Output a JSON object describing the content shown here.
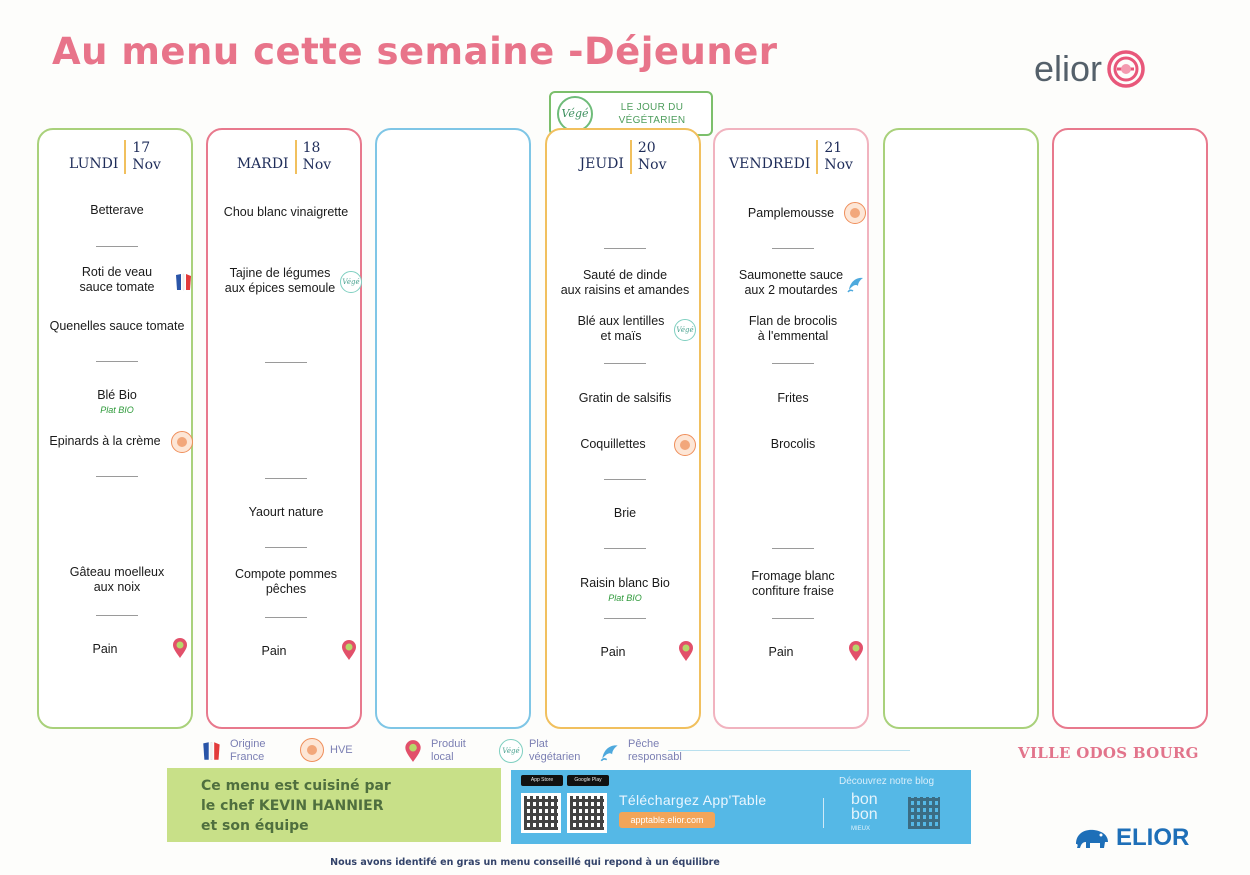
{
  "header": {
    "title": "Au menu cette semaine -Déjeuner",
    "brand": "elior"
  },
  "vege_banner": {
    "badge": "Végé",
    "line1": "LE JOUR DU",
    "line2": "VÉGÉTARIEN"
  },
  "days": [
    {
      "name": "LUNDI",
      "day": "17",
      "month": "Nov",
      "items": [
        {
          "l1": "Betterave",
          "l2": "",
          "sub": ""
        },
        {
          "l1": "Roti de veau",
          "l2": "sauce tomate",
          "sub": ""
        },
        {
          "l1": "Quenelles sauce tomate",
          "l2": "",
          "sub": ""
        },
        {
          "l1": "Blé Bio",
          "l2": "",
          "sub": "Plat BIO"
        },
        {
          "l1": "Epinards à la crème",
          "l2": "",
          "sub": ""
        },
        {
          "l1": "Gâteau moelleux",
          "l2": "aux noix",
          "sub": ""
        },
        {
          "l1": "Pain",
          "l2": "",
          "sub": ""
        }
      ]
    },
    {
      "name": "MARDI",
      "day": "18",
      "month": "Nov",
      "items": [
        {
          "l1": "Chou blanc vinaigrette",
          "l2": "",
          "sub": ""
        },
        {
          "l1": "Tajine de légumes",
          "l2": "aux épices semoule",
          "sub": ""
        },
        {
          "l1": "Yaourt nature",
          "l2": "",
          "sub": ""
        },
        {
          "l1": "Compote pommes",
          "l2": "pêches",
          "sub": ""
        },
        {
          "l1": "Pain",
          "l2": "",
          "sub": ""
        }
      ]
    },
    {
      "name": "JEUDI",
      "day": "20",
      "month": "Nov",
      "items": [
        {
          "l1": "Sauté de dinde",
          "l2": "aux raisins et amandes",
          "sub": ""
        },
        {
          "l1": "Blé aux lentilles",
          "l2": "et maïs",
          "sub": ""
        },
        {
          "l1": "Gratin de salsifis",
          "l2": "",
          "sub": ""
        },
        {
          "l1": "Coquillettes",
          "l2": "",
          "sub": ""
        },
        {
          "l1": "Brie",
          "l2": "",
          "sub": ""
        },
        {
          "l1": "Raisin blanc Bio",
          "l2": "",
          "sub": "Plat BIO"
        },
        {
          "l1": "Pain",
          "l2": "",
          "sub": ""
        }
      ]
    },
    {
      "name": "VENDREDI",
      "day": "21",
      "month": "Nov",
      "items": [
        {
          "l1": "Pamplemousse",
          "l2": "",
          "sub": ""
        },
        {
          "l1": "Saumonette sauce",
          "l2": "aux 2 moutardes",
          "sub": ""
        },
        {
          "l1": "Flan de brocolis",
          "l2": "à l'emmental",
          "sub": ""
        },
        {
          "l1": "Frites",
          "l2": "",
          "sub": ""
        },
        {
          "l1": "Brocolis",
          "l2": "",
          "sub": ""
        },
        {
          "l1": "Fromage blanc",
          "l2": "confiture fraise",
          "sub": ""
        },
        {
          "l1": "Pain",
          "l2": "",
          "sub": ""
        }
      ]
    }
  ],
  "legend": [
    {
      "icon": "france-flag-icon",
      "l1": "Origine",
      "l2": "France"
    },
    {
      "icon": "hve-icon",
      "l1": "HVE",
      "l2": ""
    },
    {
      "icon": "local-pin-icon",
      "l1": "Produit",
      "l2": "local"
    },
    {
      "icon": "vege-icon",
      "l1": "Plat",
      "l2": "végétarien"
    },
    {
      "icon": "fish-icon",
      "l1": "Pêche",
      "l2": "responsabl"
    }
  ],
  "ville": "VILLE ODOS BOURG",
  "chef": {
    "line1": "Ce menu est cuisiné par",
    "line2": "le chef KEVIN HANNIER",
    "line3": "et son équipe"
  },
  "app": {
    "store1": "App Store",
    "store2": "Google Play",
    "title": "Téléchargez App'Table",
    "url": "apptable.elior.com",
    "blog": "Découvrez notre blog",
    "blog_brand1": "bon",
    "blog_brand2": "bon",
    "blog_brand3": "MIEUX"
  },
  "footer_brand": "ELIOR",
  "footnote": "Nous avons identifé en gras un menu conseillé qui repond à un équilibre",
  "colors": {
    "title": "#e8748a",
    "green": "#a9d17b",
    "red": "#e8798d",
    "blue": "#7fc6e6",
    "orange": "#f1c05e",
    "pink": "#f1b3bf"
  }
}
